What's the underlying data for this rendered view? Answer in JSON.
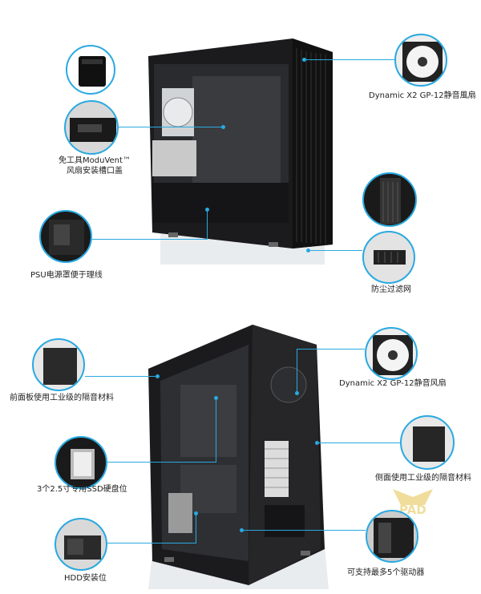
{
  "top": {
    "labels": {
      "fan_top": "Dynamic X2 GP-12静音風扇",
      "moduvent_line1": "免工具ModuVent™",
      "moduvent_line2": "风扇安装槽口盖",
      "psu": "PSU电源罩便于理线",
      "filter": "防尘过滤网"
    }
  },
  "bottom": {
    "labels": {
      "front_panel": "前面板使用工业级的隔音材料",
      "fan_bottom": "Dynamic X2 GP-12静音风扇",
      "ssd": "3个2.5寸专用SSD硬盘位",
      "side_panel": "侧面使用工业级的隔音材料",
      "hdd": "HDD安装位",
      "drives": "可支持最多5个驱动器"
    }
  },
  "watermark": "PAD",
  "colors": {
    "accent": "#29a9e0",
    "case": "#1b1b1d"
  }
}
